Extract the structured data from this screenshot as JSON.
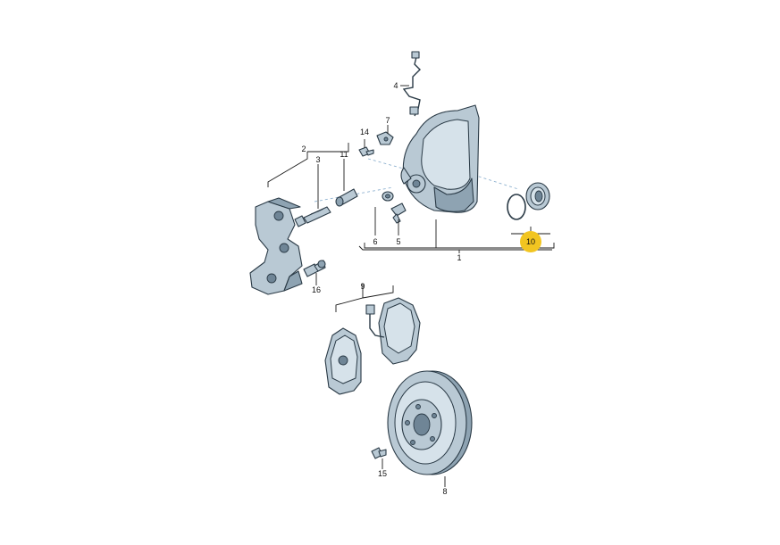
{
  "callouts": {
    "c1": "1",
    "c2": "2",
    "c3": "3",
    "c4": "4",
    "c5": "5",
    "c6": "6",
    "c7": "7",
    "c8": "8",
    "c9": "9",
    "c10": "10",
    "c11": "11",
    "c14": "14",
    "c15": "15",
    "c16": "16"
  },
  "highlight_color": "#f2c521",
  "part_color": "#b9c9d4"
}
